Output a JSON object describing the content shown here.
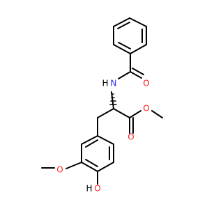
{
  "structure": {
    "atoms": {
      "nh": {
        "text": "H",
        "color": "#000000"
      },
      "n": {
        "text": "N",
        "color": "#1f24ff"
      },
      "o_amide": {
        "text": "O",
        "color": "#ff1f1f"
      },
      "o_ester": {
        "text": "O",
        "color": "#ff1f1f"
      },
      "o_ether": {
        "text": "O",
        "color": "#ff1f1f"
      },
      "o_methoxy": {
        "text": "O",
        "color": "#ff1f1f"
      },
      "o_phenol": {
        "text": "O",
        "color": "#ff1f1f"
      },
      "h_phenol": {
        "text": "H",
        "color": "#000000"
      }
    }
  }
}
